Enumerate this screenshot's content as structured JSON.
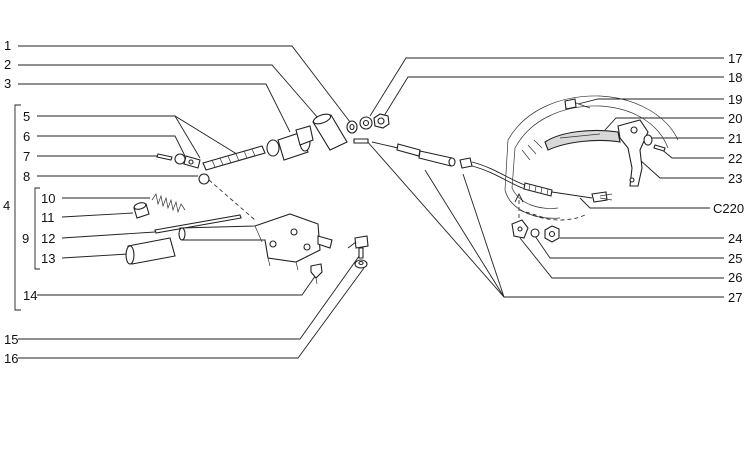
{
  "labels": {
    "l1": "1",
    "l2": "2",
    "l3": "3",
    "l4": "4",
    "l5": "5",
    "l6": "6",
    "l7": "7",
    "l8": "8",
    "l9": "9",
    "l10": "10",
    "l11": "11",
    "l12": "12",
    "l13": "13",
    "l14": "14",
    "l15": "15",
    "l16": "16",
    "l17": "17",
    "l18": "18",
    "l19": "19",
    "l20": "20",
    "l21": "21",
    "l22": "22",
    "l23": "23",
    "lc220": "C220",
    "l24": "24",
    "l25": "25",
    "l26": "26",
    "l27": "27"
  }
}
